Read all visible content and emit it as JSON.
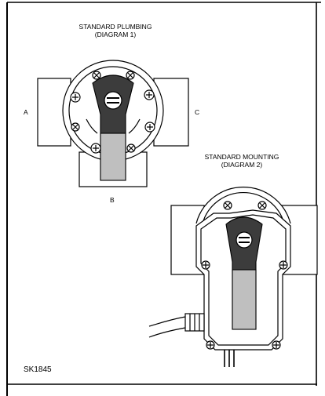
{
  "diagram1": {
    "title_line1": "STANDARD PLUMBING",
    "title_line2": "(DIAGRAM 1)",
    "port_a": "A",
    "port_b": "B",
    "port_c": "C"
  },
  "diagram2": {
    "title_line1": "STANDARD MOUNTING",
    "title_line2": "(DIAGRAM 2)"
  },
  "sheet_id": "SK1845",
  "colors": {
    "frame": "#000000",
    "handle_dark": "#3c3c3c",
    "handle_gray": "#bfbfbf"
  },
  "icons": {
    "screw_cross": "cross-screw-icon",
    "screw_x": "x-screw-icon"
  }
}
